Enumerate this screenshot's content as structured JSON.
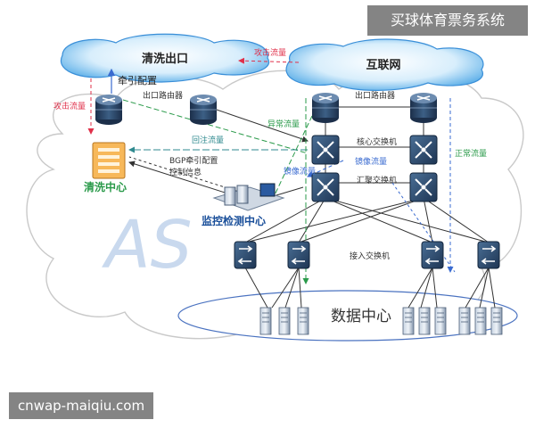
{
  "corner_brand": "买球体育票务系统",
  "watermark": "cnwap-maiqiu.com",
  "big_label": "AS",
  "clouds": {
    "cleaning_exit": "清洗出口",
    "internet": "互联网",
    "data_center": "数据中心"
  },
  "devices": {
    "cleaning_center": "清洗中心",
    "monitor_center": "监控检测中心",
    "exit_router_left": "出口路由器",
    "exit_router_right": "出口路由器",
    "core_switch": "核心交换机",
    "aggregation_switch": "汇聚交换机",
    "access_switch": "接入交换机"
  },
  "flows": {
    "traction_config": "牵引配置",
    "attack_left": "攻击流量",
    "attack_top": "攻击流量",
    "abnormal": "异常流量",
    "reinject": "回注流量",
    "bgp_config": "BGP牵引配置",
    "control_info": "控制信息",
    "mirror_1": "镜像流量",
    "mirror_2": "镜像流量",
    "normal": "正常流量"
  },
  "colors": {
    "attack": "#e0304a",
    "normal": "#2a9a4a",
    "mirror": "#3a6bd0",
    "reinject": "#2f8a8f",
    "cloud_blue": "#3a8fd8",
    "text_dark": "#333333"
  }
}
